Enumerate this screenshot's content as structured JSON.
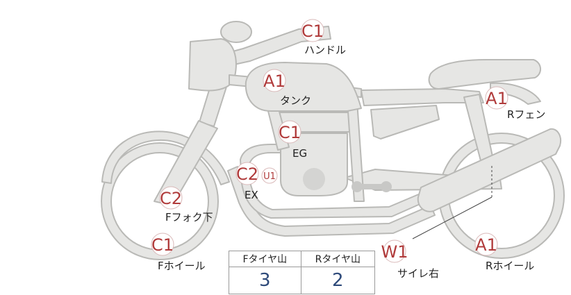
{
  "colors": {
    "bike_fill": "#e6e6e4",
    "bike_stroke": "#b9b9b6",
    "badge_text": "#b03a3a",
    "value_text": "#2e4a7a"
  },
  "labels": [
    {
      "code": "C1",
      "name": "ハンドル"
    },
    {
      "code": "A1",
      "name": "タンク"
    },
    {
      "code": "A1",
      "name": "Rフェン"
    },
    {
      "code": "C1",
      "name": "EG"
    },
    {
      "code": "C2",
      "name": "EX",
      "extra": "U1"
    },
    {
      "code": "C2",
      "name": "Fフォク下"
    },
    {
      "code": "C1",
      "name": "Fホイール"
    },
    {
      "code": "W1",
      "name": "サイレ右"
    },
    {
      "code": "A1",
      "name": "Rホイール"
    }
  ],
  "tire_table": {
    "headers": [
      "Fタイヤ山",
      "Rタイヤ山"
    ],
    "values": [
      "3",
      "2"
    ]
  }
}
